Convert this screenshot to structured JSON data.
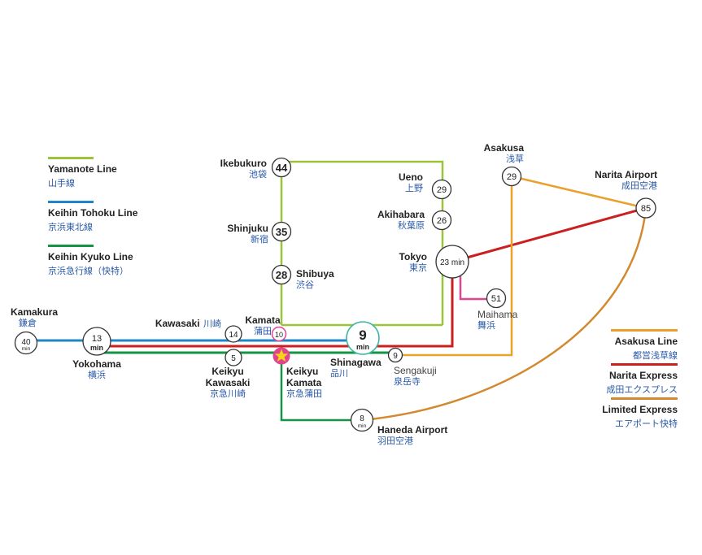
{
  "colors": {
    "yamanote": "#9cc43b",
    "keihin_tohoku": "#1f86c9",
    "keikyu": "#159446",
    "asakusa": "#e9a12b",
    "narita_express": "#cc1f1f",
    "limited_express": "#d3892f",
    "maihama_branch": "#e0448f",
    "station_text_jp": "#2a5aa8"
  },
  "legend_left": [
    {
      "en": "Yamanote Line",
      "jp": "山手線",
      "color": "#9cc43b"
    },
    {
      "en": "Keihin Tohoku Line",
      "jp": "京浜東北線",
      "color": "#1f86c9"
    },
    {
      "en": "Keihin Kyuko Line",
      "jp": "京浜急行線（快特）",
      "color": "#159446"
    }
  ],
  "legend_right": [
    {
      "en": "Asakusa Line",
      "jp": "都営浅草線",
      "color": "#e9a12b"
    },
    {
      "en": "Narita Express",
      "jp": "成田エクスプレス",
      "color": "#cc1f1f"
    },
    {
      "en": "Limited Express",
      "jp": "エアポート快特",
      "color": "#d3892f"
    }
  ],
  "stations": {
    "ikebukuro": {
      "en": "Ikebukuro",
      "jp": "池袋",
      "min": "44"
    },
    "shinjuku": {
      "en": "Shinjuku",
      "jp": "新宿",
      "min": "35"
    },
    "shibuya": {
      "en": "Shibuya",
      "jp": "渋谷",
      "min": "28"
    },
    "ueno": {
      "en": "Ueno",
      "jp": "上野",
      "min": "29"
    },
    "akihabara": {
      "en": "Akihabara",
      "jp": "秋葉原",
      "min": "26"
    },
    "tokyo": {
      "en": "Tokyo",
      "jp": "東京",
      "min": "23 min"
    },
    "asakusa": {
      "en": "Asakusa",
      "jp": "浅草",
      "min": "29"
    },
    "narita": {
      "en": "Narita Airport",
      "jp": "成田空港",
      "min": "85"
    },
    "maihama": {
      "en": "Maihama",
      "jp": "舞浜",
      "min": "51"
    },
    "kamakura": {
      "en": "Kamakura",
      "jp": "鎌倉",
      "min": "40",
      "unit": "min"
    },
    "yokohama": {
      "en": "Yokohama",
      "jp": "横浜",
      "min": "13",
      "unit": "min"
    },
    "kawasaki": {
      "en": "Kawasaki",
      "jp": "川崎",
      "min": "14"
    },
    "kamata": {
      "en": "Kamata",
      "jp": "蒲田",
      "min": "10"
    },
    "shinagawa": {
      "en": "Shinagawa",
      "jp": "品川",
      "min": "9",
      "unit": "min"
    },
    "sengakuji": {
      "en": "Sengakuji",
      "jp": "泉岳寺",
      "min": "9"
    },
    "keikyu_kawasaki": {
      "en1": "Keikyu",
      "en2": "Kawasaki",
      "jp": "京急川崎",
      "min": "5"
    },
    "keikyu_kamata": {
      "en1": "Keikyu",
      "en2": "Kamata",
      "jp": "京急蒲田"
    },
    "haneda": {
      "en": "Haneda Airport",
      "jp": "羽田空港",
      "min": "8",
      "unit": "min"
    }
  }
}
